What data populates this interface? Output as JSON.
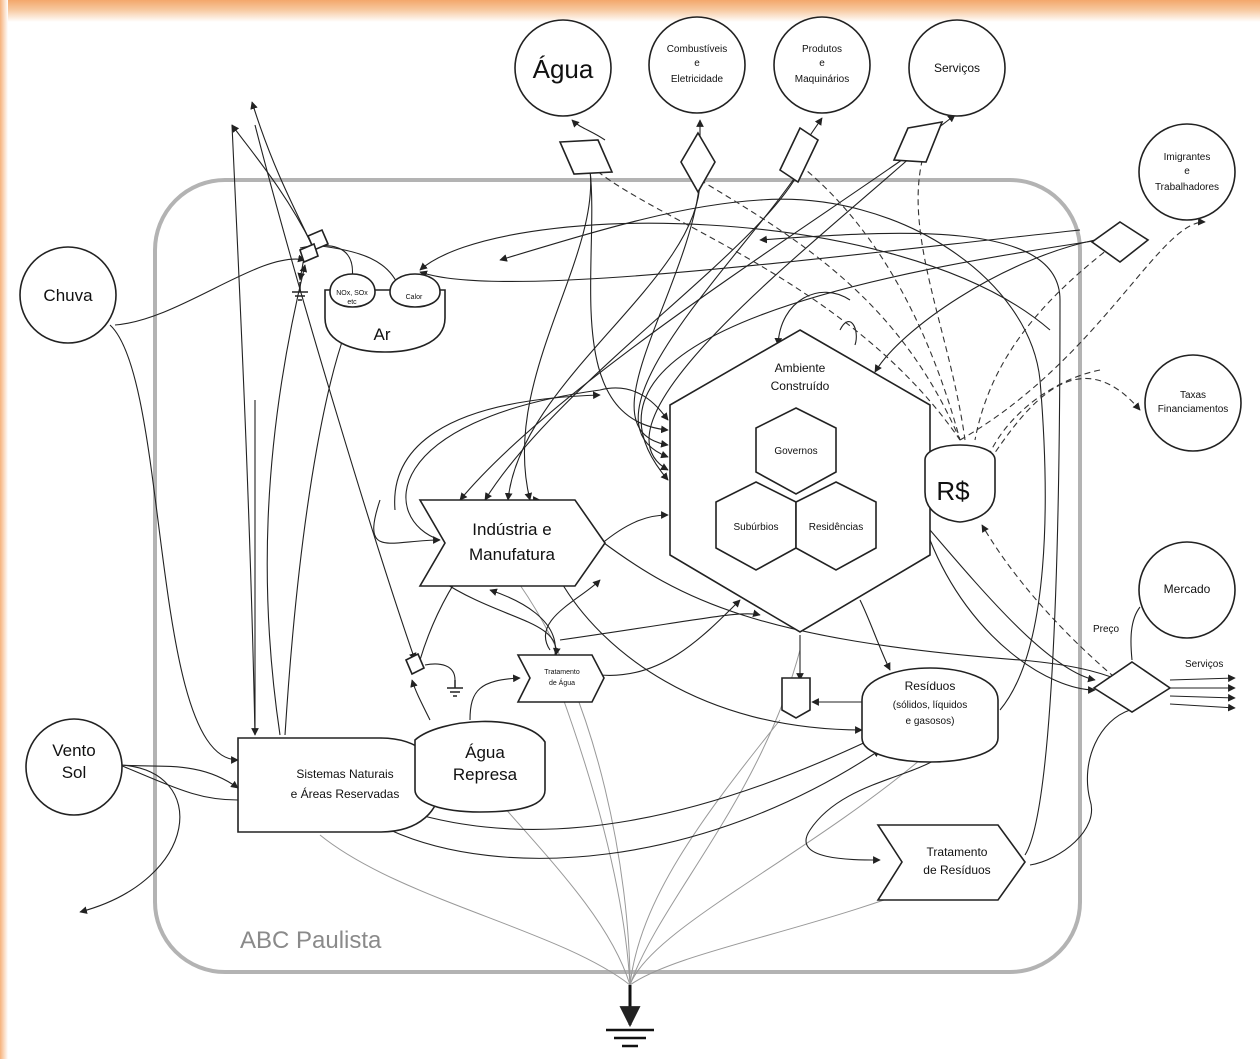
{
  "diagram": {
    "region_label": "ABC Paulista",
    "sources": {
      "chuva": "Chuva",
      "vento_sol": [
        "Vento",
        "Sol"
      ],
      "agua": "Água",
      "combustiveis": [
        "Combustíveis",
        "e",
        "Eletricidade"
      ],
      "produtos": [
        "Produtos",
        "e",
        "Maquinários"
      ],
      "servicos": "Serviços",
      "imigrantes": [
        "Imigrantes",
        "e",
        "Trabalhadores"
      ],
      "taxas": [
        "Taxas",
        "Financiamentos"
      ],
      "mercado": "Mercado"
    },
    "components": {
      "ar": "Ar",
      "ar_left": [
        "NOx, SOx",
        "etc"
      ],
      "ar_right": "Calor",
      "industria": [
        "Indústria e",
        "Manufatura"
      ],
      "ambiente": [
        "Ambiente",
        "Construído"
      ],
      "governos": "Governos",
      "suburbios": "Subúrbios",
      "residencias": "Residências",
      "dinheiro": "R$",
      "sistemas": [
        "Sistemas Naturais",
        "e Áreas Reservadas"
      ],
      "agua_represa": [
        "Água",
        "Represa"
      ],
      "tratamento_agua": [
        "Tratamento",
        "de Água"
      ],
      "residuos": [
        "Resíduos",
        "(sólidos, líquidos",
        "e gasosos)"
      ],
      "tratamento_residuos": [
        "Tratamento",
        "de Resíduos"
      ]
    },
    "annotations": {
      "preco": "Preço",
      "servicos_out": "Serviços"
    }
  }
}
